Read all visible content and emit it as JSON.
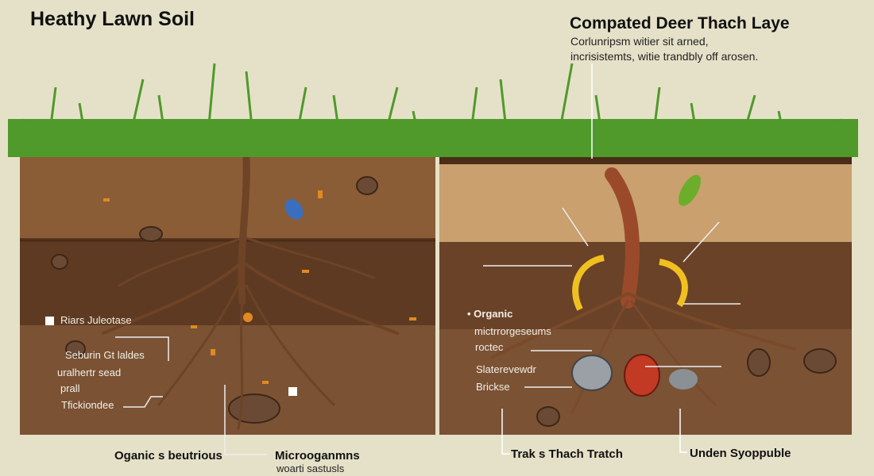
{
  "left_panel": {
    "title": "Heathy Lawn Soil",
    "labels": [
      "Riars Juleotase",
      "Seburin Gt laldes",
      "uralhertr sead",
      "prall",
      "Tfickiondee"
    ],
    "captions": [
      "Oganic s beutrious",
      "Microoganmns",
      "woarti sastusls"
    ]
  },
  "right_panel": {
    "title": "Compated Deer Thach Laye",
    "subtitle_lines": [
      "Corlunripsm witier sit arned,",
      "incrisistemts, witie trandbly off arosen."
    ],
    "labels": [
      "Organic",
      "mictrrorgeseums",
      "roctec",
      "Slaterevewdr",
      "Brickse"
    ],
    "captions": [
      "Trak s Thach Tratch",
      "Unden Syoppuble"
    ]
  },
  "colors": {
    "background": "#e5e1c8",
    "grass": "#4f9a2a",
    "soil_dark": "#5e3a22",
    "soil_mid": "#7b5234",
    "topsoil_left": "#8a5d36",
    "topsoil_right": "#c9a06e",
    "arrow": "#f0c020"
  }
}
